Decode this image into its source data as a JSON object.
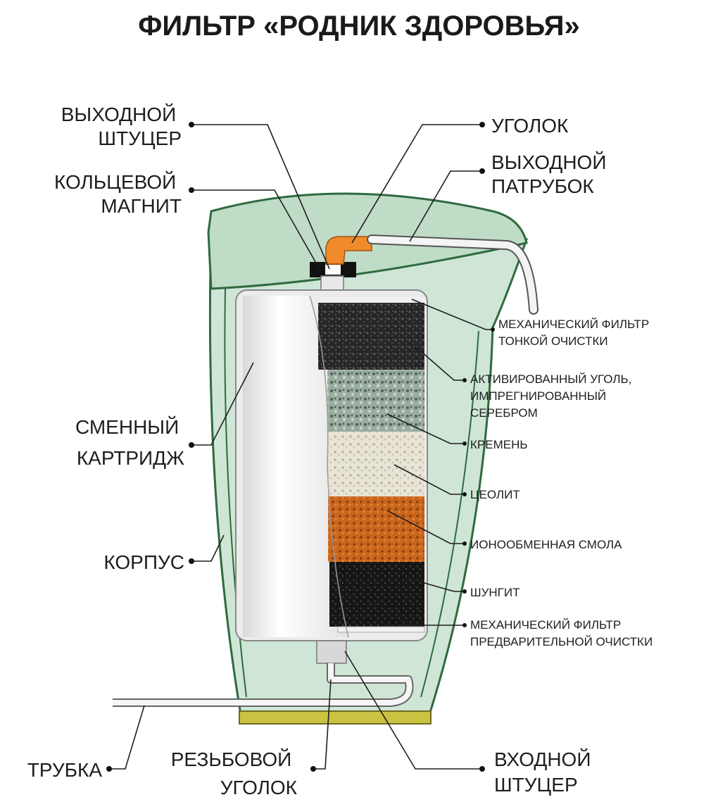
{
  "title": "ФИЛЬТР «РОДНИК ЗДОРОВЬЯ»",
  "labels": {
    "outlet_fitting": [
      "ВЫХОДНОЙ",
      "ШТУЦЕР"
    ],
    "ring_magnet": [
      "КОЛЬЦЕВОЙ",
      "МАГНИТ"
    ],
    "elbow": [
      "УГОЛОК"
    ],
    "outlet_pipe": [
      "ВЫХОДНОЙ",
      "ПАТРУБОК"
    ],
    "replaceable_cartridge": [
      "СМЕННЫЙ",
      "КАРТРИДЖ"
    ],
    "housing": [
      "КОРПУС"
    ],
    "tube": [
      "ТРУБКА"
    ],
    "threaded_elbow": [
      "РЕЗЬБОВОЙ",
      "УГОЛОК"
    ],
    "inlet_fitting": [
      "ВХОДНОЙ",
      "ШТУЦЕР"
    ],
    "fine_filter": [
      "МЕХАНИЧЕСКИЙ ФИЛЬТР",
      "ТОНКОЙ ОЧИСТКИ"
    ],
    "activated_carbon": [
      "АКТИВИРОВАННЫЙ УГОЛЬ,",
      "ИМПРЕГНИРОВАННЫЙ",
      "СЕРЕБРОМ"
    ],
    "flint": [
      "КРЕМЕНЬ"
    ],
    "zeolite": [
      "ЦЕОЛИТ"
    ],
    "ion_exchange_resin": [
      "ИОНООБМЕННАЯ СМОЛА"
    ],
    "shungite": [
      "ШУНГИТ"
    ],
    "pre_filter": [
      "МЕХАНИЧЕСКИЙ ФИЛЬТР",
      "ПРЕДВАРИТЕЛЬНОЙ ОЧИСТКИ"
    ]
  },
  "colors": {
    "housing_fill": "#cfe6d6",
    "housing_stroke": "#2f6a3f",
    "rim_yellow": "#c9c341",
    "elbow_orange": "#f08a2a",
    "cartridge_white": "#f4f4f4",
    "carbon": "#2a2a2a",
    "flint": "#8fa396",
    "zeolite": "#e4e0d2",
    "resin": "#c8651e",
    "shungite": "#1c1c1c"
  }
}
